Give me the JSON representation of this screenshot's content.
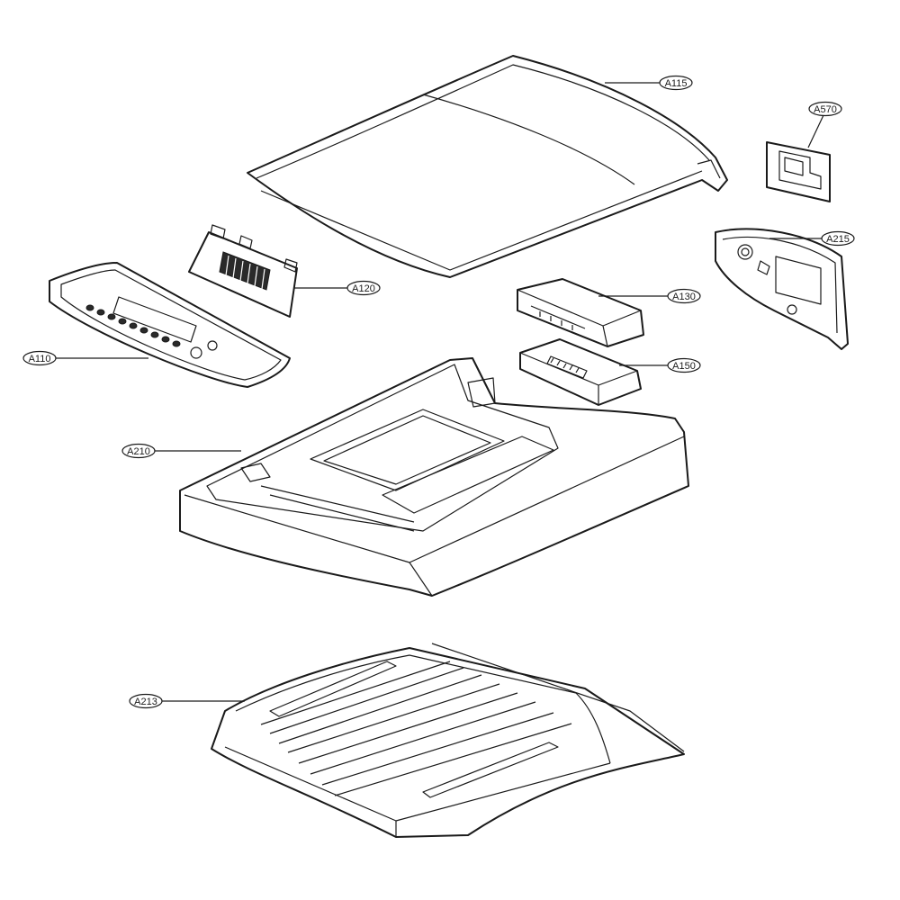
{
  "callouts": {
    "a115": "A115",
    "a570": "A570",
    "a215": "A215",
    "a120": "A120",
    "a130": "A130",
    "a110": "A110",
    "a150": "A150",
    "a210": "A210",
    "a213": "A213"
  },
  "colors": {
    "line": "#1a1a1a",
    "background": "#ffffff"
  }
}
